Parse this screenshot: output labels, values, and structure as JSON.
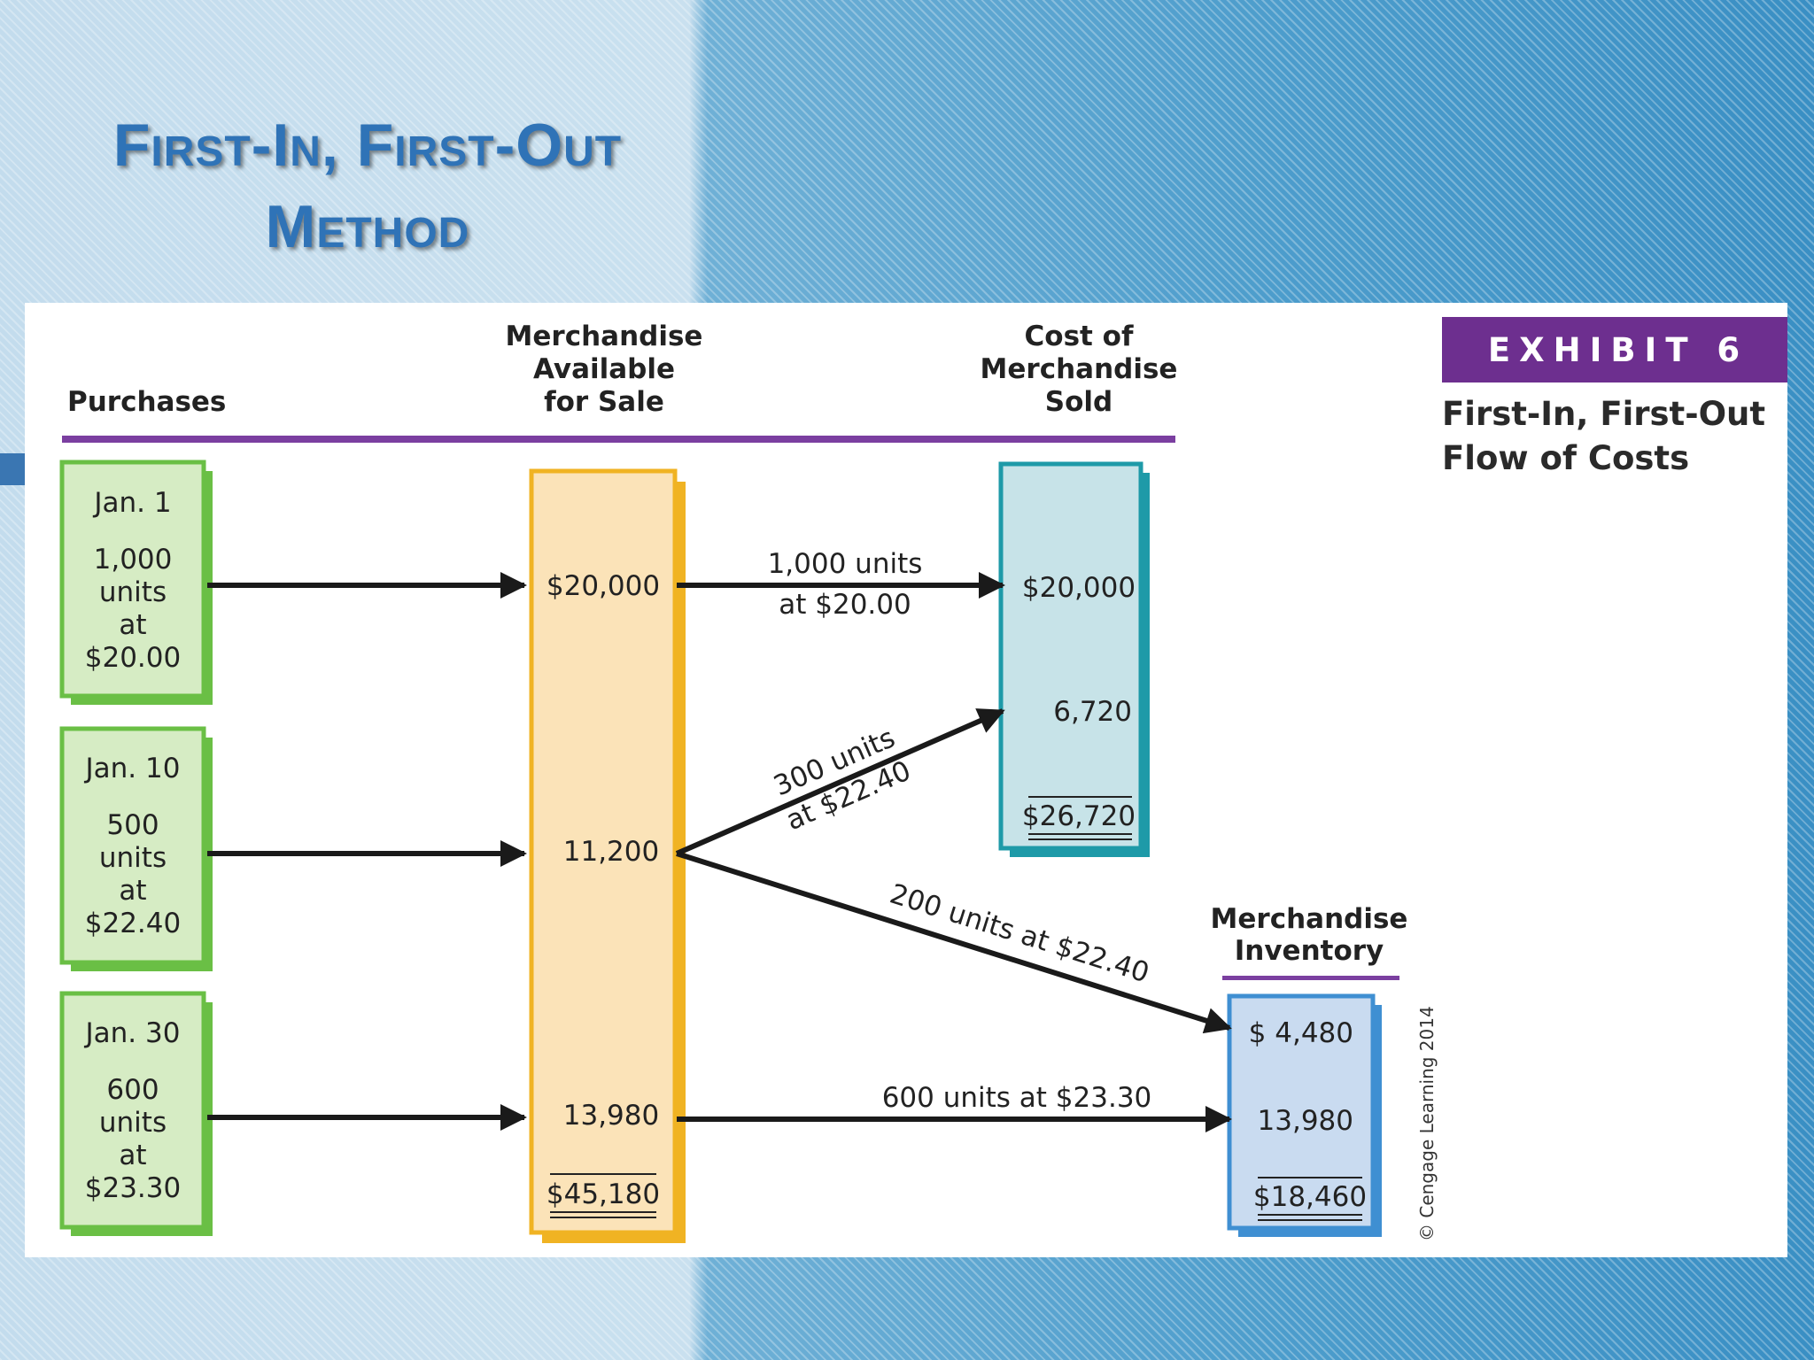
{
  "title": {
    "line1": "First-In, First-Out",
    "line2": "Method"
  },
  "exhibit": {
    "badge": "EXHIBIT 6",
    "subtitle_line1": "First-In, First-Out",
    "subtitle_line2": "Flow of Costs"
  },
  "headers": {
    "purchases": "Purchases",
    "available_line1": "Merchandise",
    "available_line2": "Available",
    "available_line3": "for Sale",
    "cogs_line1": "Cost of",
    "cogs_line2": "Merchandise",
    "cogs_line3": "Sold",
    "inventory_line1": "Merchandise",
    "inventory_line2": "Inventory"
  },
  "purchases": [
    {
      "date": "Jan. 1",
      "qty": "1,000",
      "word1": "units",
      "word2": "at",
      "price": "$20.00"
    },
    {
      "date": "Jan. 10",
      "qty": "500",
      "word1": "units",
      "word2": "at",
      "price": "$22.40"
    },
    {
      "date": "Jan. 30",
      "qty": "600",
      "word1": "units",
      "word2": "at",
      "price": "$23.30"
    }
  ],
  "available": {
    "v1": "$20,000",
    "v2": "11,200",
    "v3": "13,980",
    "total": "$45,180"
  },
  "cogs": {
    "v1": "$20,000",
    "v2": "6,720",
    "total": "$26,720"
  },
  "inventory": {
    "v1": "$ 4,480",
    "v2": "13,980",
    "total": "$18,460"
  },
  "flows": {
    "a1_line1": "1,000 units",
    "a1_line2": "at $20.00",
    "a2_line1": "300 units",
    "a2_line2": "at $22.40",
    "a3": "200 units at $22.40",
    "a4": "600 units at $23.30"
  },
  "copyright": "© Cengage Learning 2014",
  "colors": {
    "title_blue": "#2f73b7",
    "rule_purple": "#7b3fa0",
    "purchase_fill": "#d6ecc4",
    "purchase_border": "#6abf45",
    "available_fill": "#fbe3b8",
    "available_border": "#f0b323",
    "cogs_fill": "#c7e3e8",
    "cogs_border": "#1e9aa8",
    "inventory_fill": "#c9dbf0",
    "inventory_border": "#3f8fd2"
  }
}
